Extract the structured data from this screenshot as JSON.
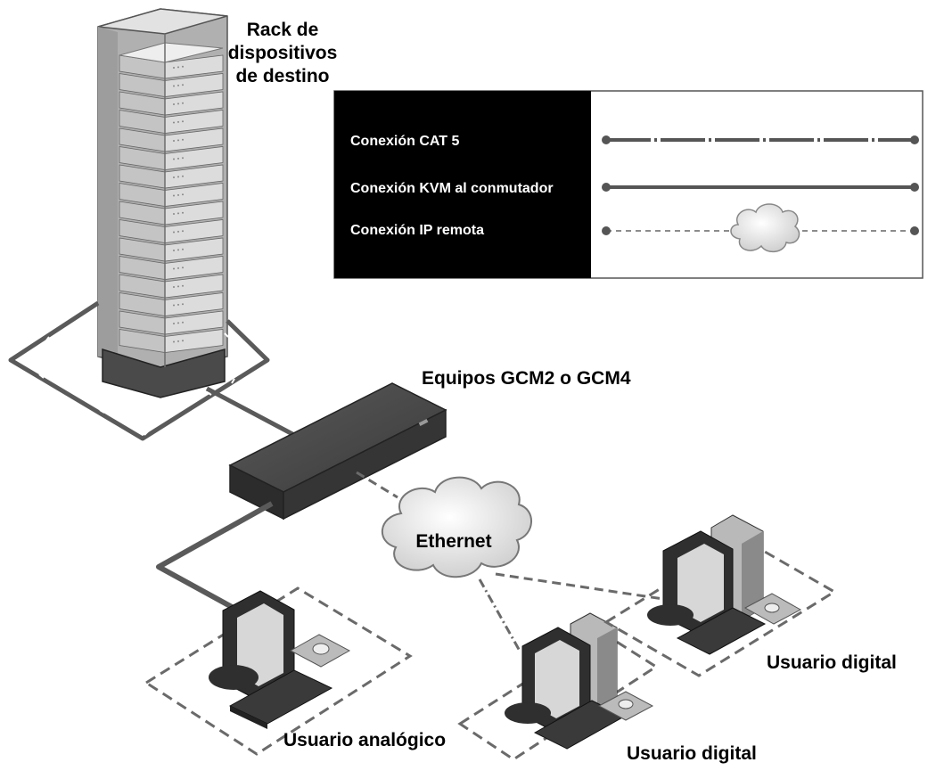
{
  "rack": {
    "label_lines": [
      "Rack de",
      "dispositivos",
      "de destino"
    ]
  },
  "switch": {
    "label": "Equipos GCM2 o GCM4"
  },
  "network": {
    "label": "Ethernet"
  },
  "users": {
    "analog": "Usuario analógico",
    "digital_front": "Usuario digital",
    "digital_back": "Usuario digital"
  },
  "legend": {
    "items": [
      {
        "label": "Conexión CAT 5",
        "line_style": "dash-dot"
      },
      {
        "label": "Conexión KVM al conmutador",
        "line_style": "solid"
      },
      {
        "label": "Conexión IP remota",
        "line_style": "dashed-with-cloud"
      }
    ],
    "panel_color": "#000000",
    "line_color": "#555555"
  },
  "colors": {
    "cable": "#5a5a5a",
    "device": "#3f3f3f",
    "monitor": "#2e2e2e",
    "screen": "#d7d7d7",
    "cloud_fill": "#eeeeee"
  }
}
